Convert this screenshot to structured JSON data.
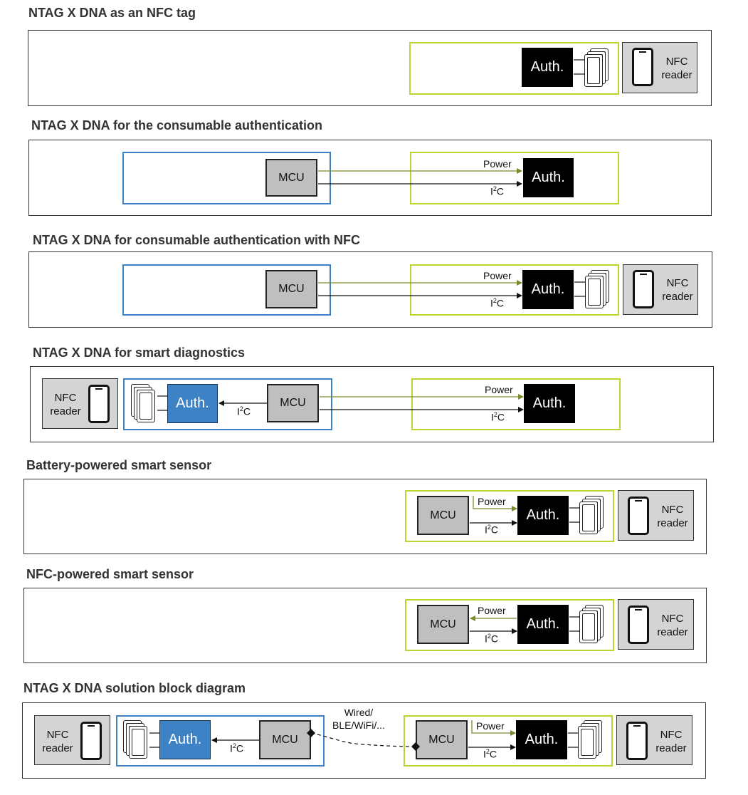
{
  "sections": [
    {
      "title": "NTAG X DNA as an NFC tag"
    },
    {
      "title": "NTAG X DNA for the consumable authentication"
    },
    {
      "title": "NTAG X DNA for consumable authentication with NFC"
    },
    {
      "title": "NTAG X DNA for smart diagnostics"
    },
    {
      "title": "Battery-powered smart sensor"
    },
    {
      "title": "NFC-powered smart sensor"
    },
    {
      "title": "NTAG X DNA solution block diagram"
    }
  ],
  "labels": {
    "auth": "Auth.",
    "mcu": "MCU",
    "power": "Power",
    "i2c_base": "I",
    "i2c_sup": "2",
    "i2c_tail": "C",
    "nfc_reader_line1": "NFC",
    "nfc_reader_line2": "reader",
    "link_line1": "Wired/",
    "link_line2": "BLE/WiFi/..."
  },
  "colors": {
    "green_box": "#b9d531",
    "blue_box": "#3d82c4",
    "power_arrow": "#7a8a2b",
    "auth_block": "#000000",
    "mcu_block": "#bfbfbf",
    "reader_block": "#d4d4d4"
  }
}
